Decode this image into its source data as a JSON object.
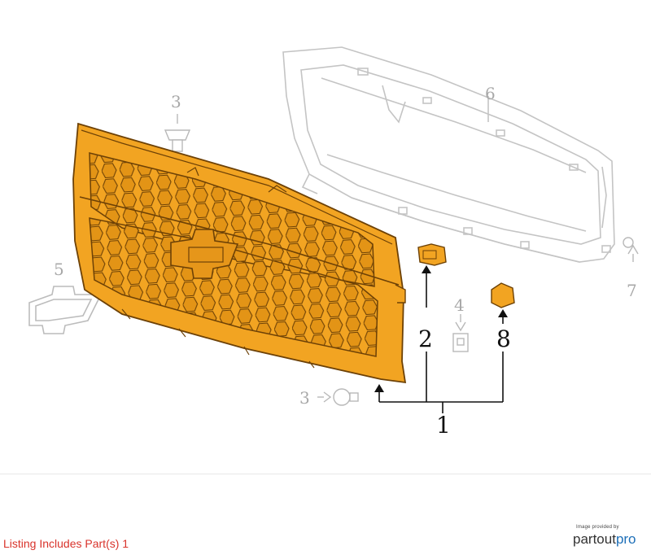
{
  "diagram": {
    "callouts": {
      "c1": "1",
      "c2": "2",
      "c3_top": "3",
      "c3_bottom": "3",
      "c4": "4",
      "c5": "5",
      "c6": "6",
      "c7": "7",
      "c8": "8"
    },
    "colors": {
      "highlight": "#f0a020",
      "highlight_edge": "#7a4a08",
      "ghost": "#c4c4c4",
      "ghost_label": "#a8a8a8",
      "label": "#111111",
      "listing": "#d9332b"
    }
  },
  "footer": {
    "listing_text": "Listing Includes Part(s) 1",
    "provided_by": "Image provided by",
    "brand_part": "partout",
    "brand_pro": "pro"
  }
}
